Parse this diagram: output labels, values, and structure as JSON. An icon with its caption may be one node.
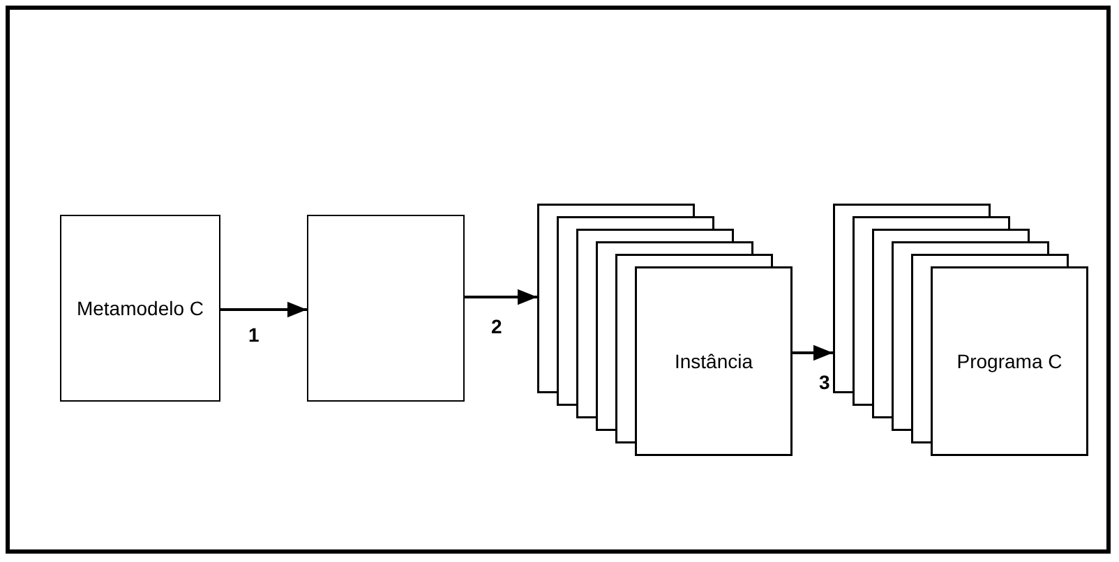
{
  "diagram": {
    "nodes": [
      {
        "text": [],
        "shape": "box"
      },
      {
        "text": [
          "Metamodelo C"
        ],
        "in": 0
      },
      {
        "text": [],
        "shape": "box",
        "in": 0
      },
      {
        "text": [
          "Instância"
        ],
        "in": 0
      },
      {
        "text": [
          "Programa C"
        ],
        "in": 0
      }
    ],
    "edges": [
      {
        "from": 1,
        "to": 2,
        "arrow": "to",
        "label": "1"
      },
      {
        "from": 2,
        "to": 3,
        "arrow": "to",
        "label": "2"
      },
      {
        "from": 3,
        "to": 4,
        "arrow": "to",
        "label": "3"
      }
    ]
  }
}
